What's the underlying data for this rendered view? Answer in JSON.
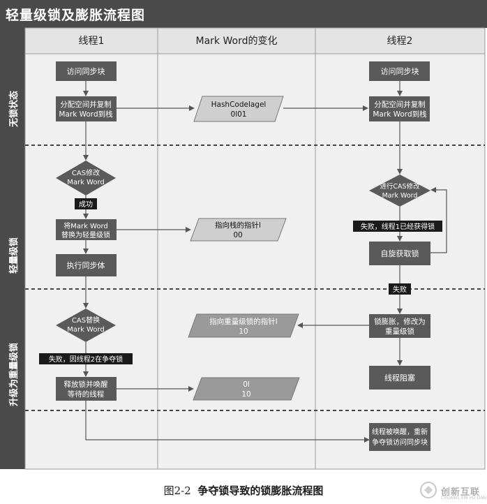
{
  "title": "轻量级锁及膨胀流程图",
  "columns": {
    "left": "线程1",
    "middle": "Mark Word的变化",
    "right": "线程2"
  },
  "phases": {
    "p1": "无锁状态",
    "p2": "轻量级锁",
    "p3": "升级为重量级锁"
  },
  "thread1": {
    "access_sync": "访问同步块",
    "alloc_line1": "分配空间并复制",
    "alloc_line2": "Mark Word到栈",
    "cas_line1": "CAS修改",
    "cas_line2": "Mark Word",
    "success": "成功",
    "replace_line1": "将Mark Word",
    "replace_line2": "替换为轻量级锁",
    "exec_sync": "执行同步体",
    "cas2_line1": "CAS替换",
    "cas2_line2": "Mark Word",
    "fail_reason": "失败，因线程2在争夺锁",
    "release_line1": "释放锁并唤醒",
    "release_line2": "等待的线程"
  },
  "markword": {
    "hash_line1": "HashCodelagel",
    "hash_line2": "0l01",
    "stack_ptr_line1": "指向栈的指针l",
    "stack_ptr_line2": "00",
    "heavy_ptr_line1": "指向重量级锁的指针l",
    "heavy_ptr_line2": "10",
    "final_line1": "0l",
    "final_line2": "10"
  },
  "thread2": {
    "access_sync": "访问同步块",
    "alloc_line1": "分配空间并复制",
    "alloc_line2": "Mark Word到栈",
    "cas_line1": "进行CAS修改",
    "cas_line2": "Mark Word",
    "lock_taken": "失败，线程1已经获得锁",
    "spin": "自旋获取锁",
    "fail": "失败",
    "inflate_line1": "锁膨胀，修改为",
    "inflate_line2": "重量级锁",
    "blocked": "线程阻塞",
    "woken_line1": "线程被唤醒，重新",
    "woken_line2": "争夺锁访问同步块"
  },
  "caption": {
    "label": "图2-2",
    "text": "争夺锁导致的锁膨胀流程图"
  },
  "watermark": {
    "brand": "创新互联",
    "sub": "CHUANG XIN HU LIAN"
  },
  "colors": {
    "box": "#5a5a5a",
    "label_bg": "#1a1a1a",
    "lane": "#f0f0f0",
    "parallelogram": "#cfcfcf",
    "sidebar": "#4a4a4a"
  }
}
